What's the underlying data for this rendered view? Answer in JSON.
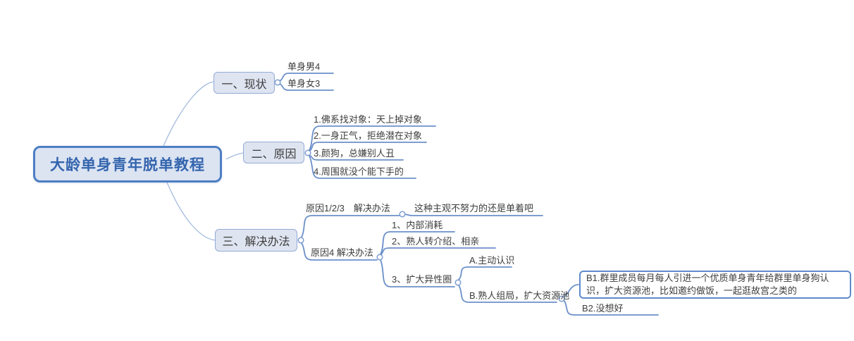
{
  "colors": {
    "root_fill": "#dce4f2",
    "root_border": "#4d7fc4",
    "root_text": "#3465ae",
    "branch_fill": "#dee4f0",
    "branch_border": "#93acd7",
    "node_text": "#3d3d3d",
    "line_blue": "#6b90c9",
    "thin_curve": "#a3bbde",
    "leaf_box_border": "#5f8aca"
  },
  "mindmap": {
    "root": {
      "label": "大龄单身青年脱单教程"
    },
    "branches": [
      {
        "label": "一、现状",
        "children": [
          {
            "label": "单身男4"
          },
          {
            "label": "单身女3"
          }
        ]
      },
      {
        "label": "二、原因",
        "children": [
          {
            "label": "1.佛系找对象：天上掉对象"
          },
          {
            "label": "2.一身正气，拒绝潜在对象"
          },
          {
            "label": "3.颜狗，总嫌别人丑"
          },
          {
            "label": "4.周围就没个能下手的"
          }
        ]
      },
      {
        "label": "三、解决办法",
        "children": [
          {
            "label": "原因1/2/3　解决办法",
            "children": [
              {
                "label": "这种主观不努力的还是单着吧"
              }
            ]
          },
          {
            "label": "原因4 解决办法",
            "children": [
              {
                "label": "1、内部消耗"
              },
              {
                "label": "2、熟人转介绍、相亲"
              },
              {
                "label": "3、扩大异性圈",
                "children": [
                  {
                    "label": "A.主动认识"
                  },
                  {
                    "label": "B.熟人组局，扩大资源池",
                    "children": [
                      {
                        "label": "B1.群里成员每月每人引进一个优质单身青年给群里单身狗认识，扩大资源池，比如邀约做饭，一起逛故宫之类的"
                      },
                      {
                        "label": "B2.没想好"
                      }
                    ]
                  }
                ]
              }
            ]
          }
        ]
      }
    ]
  }
}
